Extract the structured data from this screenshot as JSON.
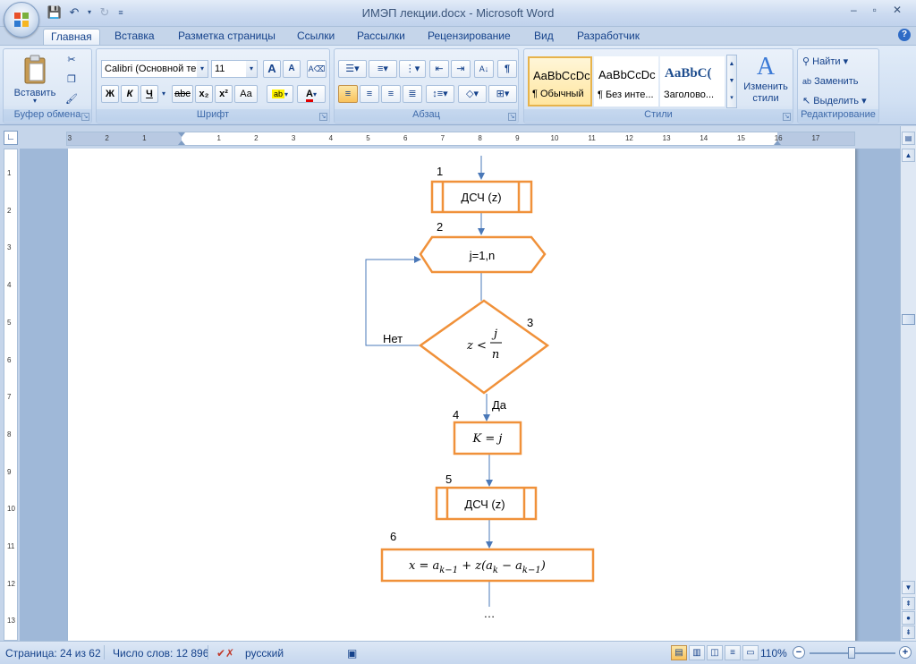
{
  "window": {
    "title": "ИМЭП лекции.docx - Microsoft Word",
    "controls": [
      "‒",
      "▫",
      "✕"
    ]
  },
  "tabs": [
    "Главная",
    "Вставка",
    "Разметка страницы",
    "Ссылки",
    "Рассылки",
    "Рецензирование",
    "Вид",
    "Разработчик"
  ],
  "active_tab": "Главная",
  "ribbon": {
    "clipboard": {
      "label": "Буфер обмена",
      "paste": "Вставить"
    },
    "font": {
      "label": "Шрифт",
      "font_name": "Calibri (Основной те",
      "font_size": "11",
      "bold": "Ж",
      "italic": "К",
      "underline": "Ч",
      "strike": "abc",
      "subscript": "x₂",
      "superscript": "x²",
      "case": "Aa",
      "grow": "A",
      "shrink": "A",
      "color": "A"
    },
    "paragraph": {
      "label": "Абзац",
      "pilcrow": "¶"
    },
    "styles": {
      "label": "Стили",
      "items": [
        {
          "sample": "AaBbCcDc",
          "name": "¶ Обычный"
        },
        {
          "sample": "AaBbCcDc",
          "name": "¶ Без инте..."
        },
        {
          "sample": "AaBbC(",
          "name": "Заголово..."
        }
      ],
      "change": "Изменить стили"
    },
    "editing": {
      "label": "Редактирование",
      "find": "Найти",
      "replace": "Заменить",
      "select": "Выделить"
    }
  },
  "ruler": {
    "h_ticks": [
      "3",
      "2",
      "1",
      "1",
      "2",
      "3",
      "4",
      "5",
      "6",
      "7",
      "8",
      "9",
      "10",
      "11",
      "12",
      "13",
      "14",
      "15",
      "16",
      "17"
    ],
    "v_ticks": [
      "1",
      "2",
      "3",
      "4",
      "5",
      "6",
      "7",
      "8",
      "9",
      "10",
      "11",
      "12",
      "13"
    ]
  },
  "flowchart": {
    "num1": "1",
    "num2": "2",
    "num3": "3",
    "num4": "4",
    "num5": "5",
    "num6": "6",
    "block1": "ДСЧ   (z)",
    "block2": "j=1,n",
    "block3_left": "z <",
    "block3_num": "j",
    "block3_den": "n",
    "no": "Нет",
    "yes": "Да",
    "block4": "K = j",
    "block5": "ДСЧ   (z)",
    "block6": "x = a",
    "block6_full": "x = a_{k−1} + z(a_k − a_{k−1})",
    "sub_k1": "k−1",
    "plus_z": " + z(a",
    "sub_k": "k",
    "minus_a": " − a",
    "close": ")",
    "ellipsis": "…",
    "accent": "#f0913a",
    "line": "#4a78b8"
  },
  "status": {
    "page": "Страница: 24 из 62",
    "words": "Число слов: 12 896",
    "language": "русский",
    "zoom": "110%"
  }
}
